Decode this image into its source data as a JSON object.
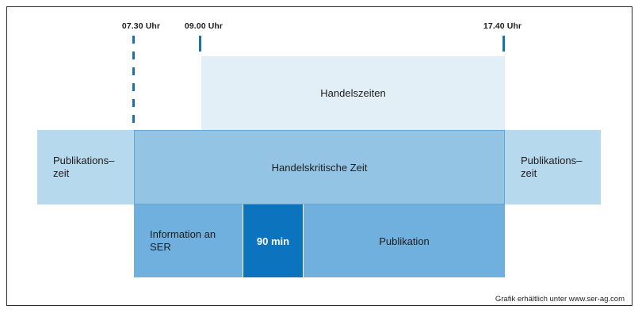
{
  "times": {
    "t0730": "07.30 Uhr",
    "t0900": "09.00 Uhr",
    "t1740": "17.40 Uhr"
  },
  "blocks": {
    "handelszeiten": "Handelszeiten",
    "publikationszeit_left": "Publikations–\nzeit",
    "handelskritische_zeit": "Handelskritische Zeit",
    "publikationszeit_right": "Publikations–\nzeit",
    "information_an_ser": "Information an\nSER",
    "min90": "90 min",
    "publikation": "Publikation"
  },
  "source": "Grafik erhältlich unter www.ser-ag.com",
  "colors": {
    "accent": "#1672b5",
    "handelszeiten": "#e3eff7",
    "publikationszeit": "#b7d9ed",
    "handelskritisch": "#94c4e4",
    "information": "#70b0de",
    "min90": "#0c73bf"
  }
}
